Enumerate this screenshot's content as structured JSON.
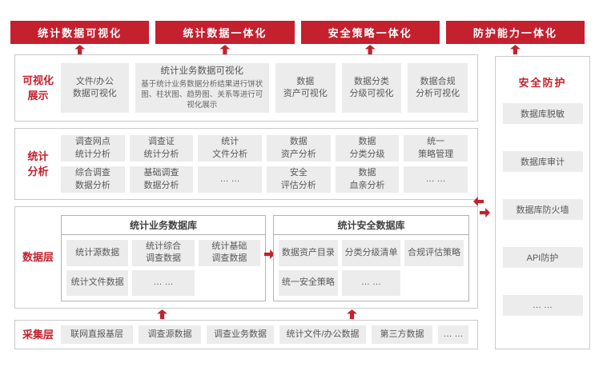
{
  "colors": {
    "accent_red": "#c4202e",
    "box_gray": "#ececec",
    "panel_border": "#c9c9c9",
    "text_gray": "#595959"
  },
  "banners": [
    {
      "label": "统计数据可视化"
    },
    {
      "label": "统计数据一体化"
    },
    {
      "label": "安全策略一体化"
    },
    {
      "label": "防护能力一体化"
    }
  ],
  "visual_layer": {
    "label": "可视化\n展示",
    "box_file": "文件/办公\n数据可视化",
    "box_biz": {
      "title": "统计业务数据可视化",
      "desc": "基于统计业务数据分析结果进行饼状图、柱状图、趋势图、关系等进行可视化展示"
    },
    "box_asset": "数据\n资产可视化",
    "box_class": "数据分类\n分级可视化",
    "box_comp": "数据合规\n分析可视化"
  },
  "analysis_layer": {
    "label": "统计\n分析",
    "row1": [
      "调查网点\n统计分析",
      "调查证\n统计分析",
      "统计\n文件分析",
      "数据\n资产分析",
      "数据\n分类分级",
      "统一\n策略管理"
    ],
    "row2": [
      "综合调查\n数据分析",
      "基础调查\n数据分析",
      "… …",
      "安全\n评估分析",
      "数据\n血亲分析",
      "… …"
    ]
  },
  "data_layer": {
    "label": "数据层",
    "biz_db": {
      "title": "统计业务数据库",
      "cells": [
        "统计源数据",
        "统计综合\n调查数据",
        "统计基础\n调查数据",
        "统计文件数据",
        "… …"
      ]
    },
    "sec_db": {
      "title": "统计安全数据库",
      "cells": [
        "数据资产目录",
        "分类分级清单",
        "合规评估策略",
        "统一安全策略",
        "… …"
      ]
    }
  },
  "collect_layer": {
    "label": "采集层",
    "boxes": [
      "联网直报基层",
      "调查源数据",
      "调查业务数据",
      "统计文件/办公数据",
      "第三方数据",
      "… …"
    ]
  },
  "security_column": {
    "title": "安全防护",
    "boxes": [
      "数据库脱敏",
      "数据库审计",
      "数据库防火墙",
      "API防护",
      "… …"
    ]
  }
}
